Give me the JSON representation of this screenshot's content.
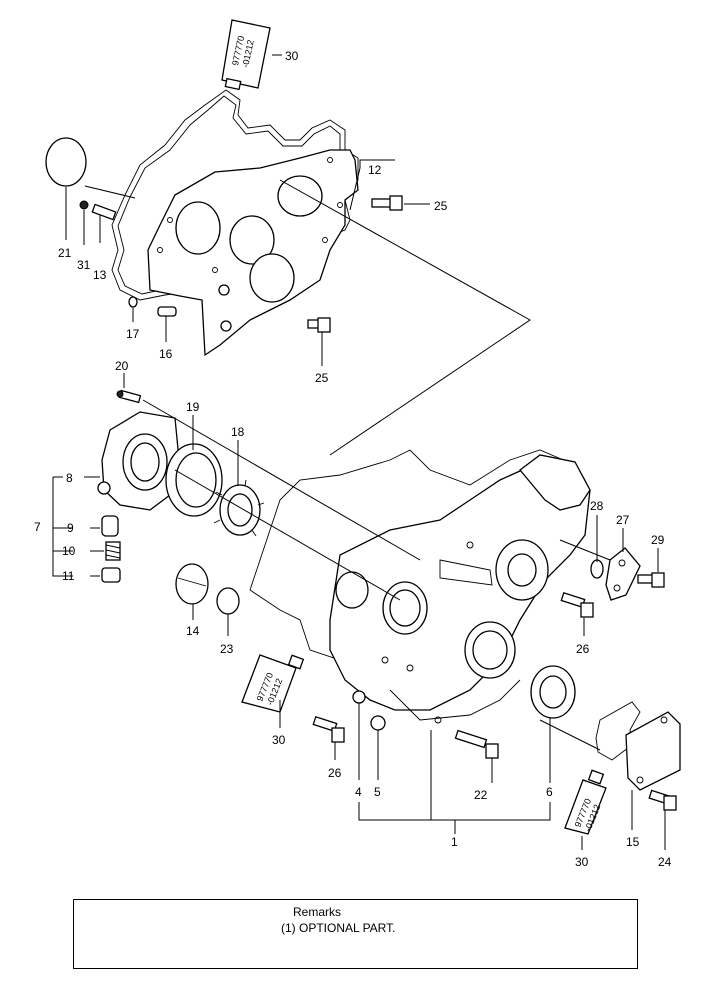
{
  "callouts": {
    "c1": "1",
    "c4": "4",
    "c5": "5",
    "c6": "6",
    "c7": "7",
    "c8": "8",
    "c9": "9",
    "c10": "10",
    "c11": "11",
    "c12": "12",
    "c13": "13",
    "c14": "14",
    "c15": "15",
    "c16": "16",
    "c17": "17",
    "c18": "18",
    "c19": "19",
    "c20": "20",
    "c21": "21",
    "c22": "22",
    "c23": "23",
    "c24": "24",
    "c25a": "25",
    "c25b": "25",
    "c26a": "26",
    "c26b": "26",
    "c27": "27",
    "c28": "28",
    "c29": "29",
    "c30a": "30",
    "c30b": "30",
    "c30c": "30",
    "c31": "31"
  },
  "sealant_tube": {
    "code_line1": "977770",
    "code_line2": "-01212"
  },
  "remarks": {
    "title": "Remarks",
    "line1": "(1) OPTIONAL PART."
  }
}
